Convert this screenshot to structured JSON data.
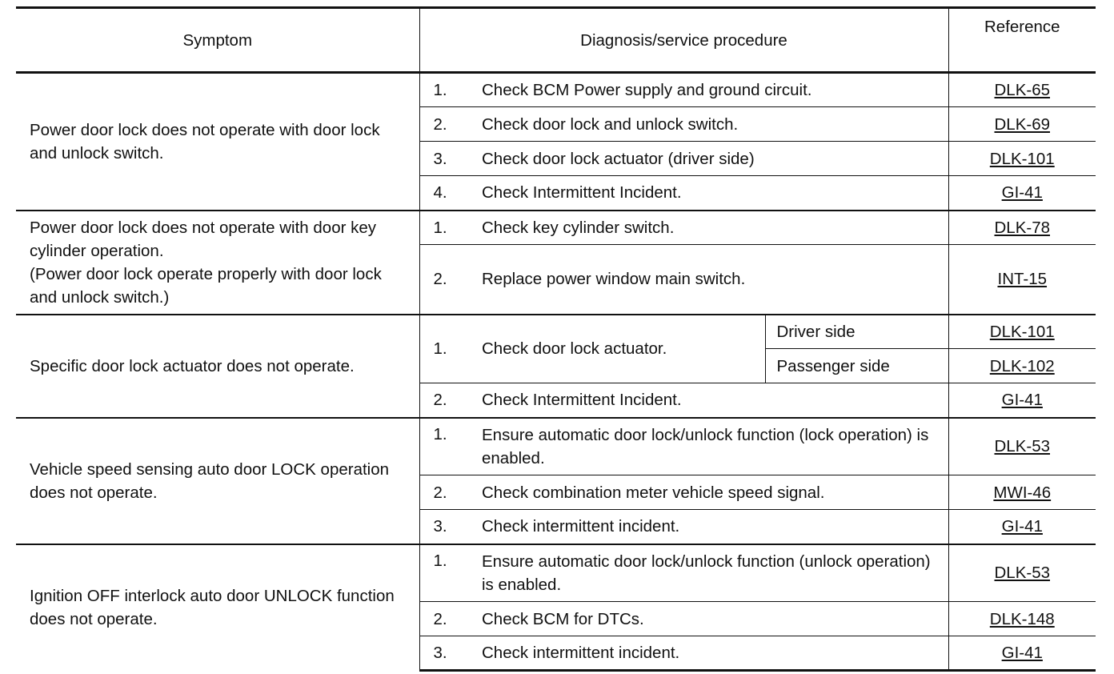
{
  "header": {
    "symptom": "Symptom",
    "procedure": "Diagnosis/service procedure",
    "reference": "Reference"
  },
  "groups": [
    {
      "symptom": "Power door lock does not operate with door lock and unlock switch.",
      "steps": [
        {
          "num": "1.",
          "text": "Check BCM Power supply and ground circuit.",
          "ref": "DLK-65"
        },
        {
          "num": "2.",
          "text": "Check door lock and unlock switch.",
          "ref": "DLK-69"
        },
        {
          "num": "3.",
          "text": "Check door lock actuator (driver side)",
          "ref": "DLK-101"
        },
        {
          "num": "4.",
          "text": "Check Intermittent Incident.",
          "ref": "GI-41"
        }
      ]
    },
    {
      "symptom": "Power door lock does not operate with door key cylinder operation.\n(Power door lock operate properly with door lock and unlock switch.)",
      "steps": [
        {
          "num": "1.",
          "text": "Check key cylinder switch.",
          "ref": "DLK-78"
        },
        {
          "num": "2.",
          "text": "Replace power window main switch.",
          "ref": "INT-15"
        }
      ]
    },
    {
      "symptom": "Specific door lock actuator does not operate.",
      "steps": [
        {
          "num": "1.",
          "text": "Check door lock actuator.",
          "sides": [
            {
              "side": "Driver side",
              "ref": "DLK-101"
            },
            {
              "side": "Passenger side",
              "ref": "DLK-102"
            }
          ]
        },
        {
          "num": "2.",
          "text": "Check Intermittent Incident.",
          "ref": "GI-41"
        }
      ]
    },
    {
      "symptom": "Vehicle speed sensing auto door LOCK operation does not operate.",
      "steps": [
        {
          "num": "1.",
          "text": "Ensure automatic door lock/unlock function (lock operation) is enabled.",
          "ref": "DLK-53"
        },
        {
          "num": "2.",
          "text": "Check combination meter vehicle speed signal.",
          "ref": "MWI-46"
        },
        {
          "num": "3.",
          "text": "Check intermittent incident.",
          "ref": "GI-41"
        }
      ]
    },
    {
      "symptom": "Ignition OFF interlock auto door UNLOCK function does not operate.",
      "steps": [
        {
          "num": "1.",
          "text": "Ensure automatic door lock/unlock function (unlock operation) is enabled.",
          "ref": "DLK-53"
        },
        {
          "num": "2.",
          "text": "Check BCM for DTCs.",
          "ref": "DLK-148"
        },
        {
          "num": "3.",
          "text": "Check intermittent incident.",
          "ref": "GI-41"
        }
      ]
    }
  ]
}
